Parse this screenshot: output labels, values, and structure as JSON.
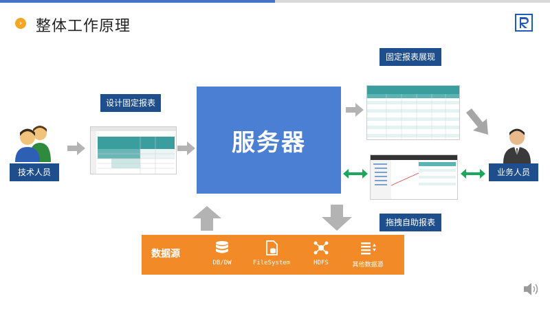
{
  "slide": {
    "title": "整体工作原理"
  },
  "labels": {
    "tech_person": "技术人员",
    "design_fixed_report": "设计固定报表",
    "fixed_report_display": "固定报表展现",
    "business_person": "业务人员",
    "drag_self_report": "拖拽自助报表"
  },
  "server": {
    "label": "服务器"
  },
  "datasource": {
    "title": "数据源",
    "items": [
      {
        "label": "DB/DW",
        "icon": "database-icon"
      },
      {
        "label": "FileSystem",
        "icon": "file-icon"
      },
      {
        "label": "HDFS",
        "icon": "network-icon"
      },
      {
        "label": "其他数据源",
        "icon": "list-icon"
      }
    ]
  },
  "colors": {
    "accent_blue": "#4a7fd4",
    "label_navy": "#1f4e8c",
    "datasource_orange": "#f28a28",
    "green_arrow": "#1aa85a",
    "grey_arrow": "#b3b3b3"
  }
}
